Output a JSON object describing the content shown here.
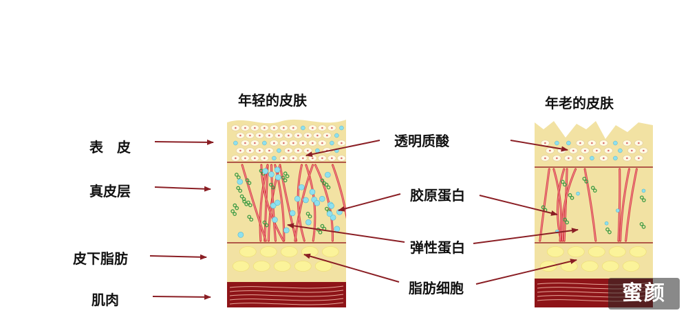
{
  "titles": {
    "young": "年轻的皮肤",
    "old": "年老的皮肤"
  },
  "layers": {
    "epidermis": "表　皮",
    "dermis": "真皮层",
    "subcutaneous": "皮下脂肪",
    "muscle": "肌肉"
  },
  "components": {
    "hyaluronic_acid": "透明质酸",
    "collagen": "胶原蛋白",
    "elastin": "弹性蛋白",
    "fat_cells": "脂肪细胞"
  },
  "watermark": "蜜颜",
  "colors": {
    "tissue": "#f2e2a3",
    "fat_cell": "#fbf39a",
    "muscle": "#8e1418",
    "fiber": "#d6373f",
    "elastin_green": "#3e9b45",
    "hyaluronic": "#8ee0ef",
    "arrow": "#8a1e24"
  }
}
